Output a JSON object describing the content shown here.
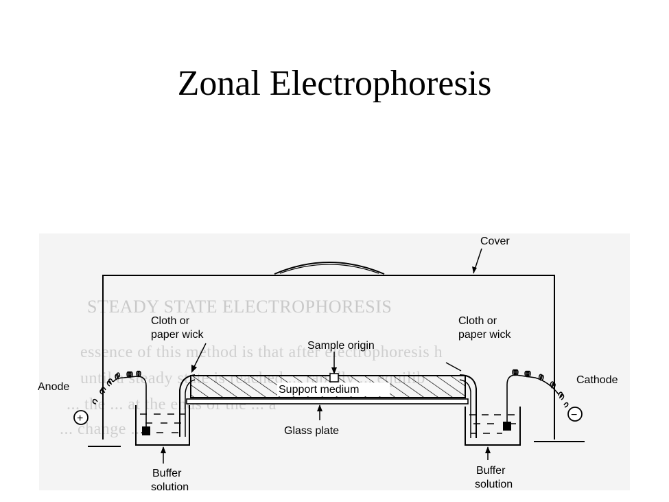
{
  "slide": {
    "title": "Zonal Electrophoresis"
  },
  "bleed_through_text": {
    "heading": "STEADY STATE ELECTROPHORESIS",
    "lines": [
      "essence of this method is that after electrophoresis h",
      "until a steady state is reached ... rapidly ... equilib",
      "... the ... at the ends of the ... a",
      "... change ... "
    ]
  },
  "diagram": {
    "labels": {
      "cover": "Cover",
      "wick_left_1": "Cloth or",
      "wick_left_2": "paper wick",
      "wick_right_1": "Cloth or",
      "wick_right_2": "paper wick",
      "sample_origin": "Sample origin",
      "anode": "Anode",
      "cathode": "Cathode",
      "support_medium": "Support  medium",
      "glass_plate": "Glass plate",
      "buffer_left_1": "Buffer",
      "buffer_left_2": "solution",
      "buffer_right_1": "Buffer",
      "buffer_right_2": "solution",
      "plus_sign": "+",
      "minus_sign": "−"
    }
  }
}
